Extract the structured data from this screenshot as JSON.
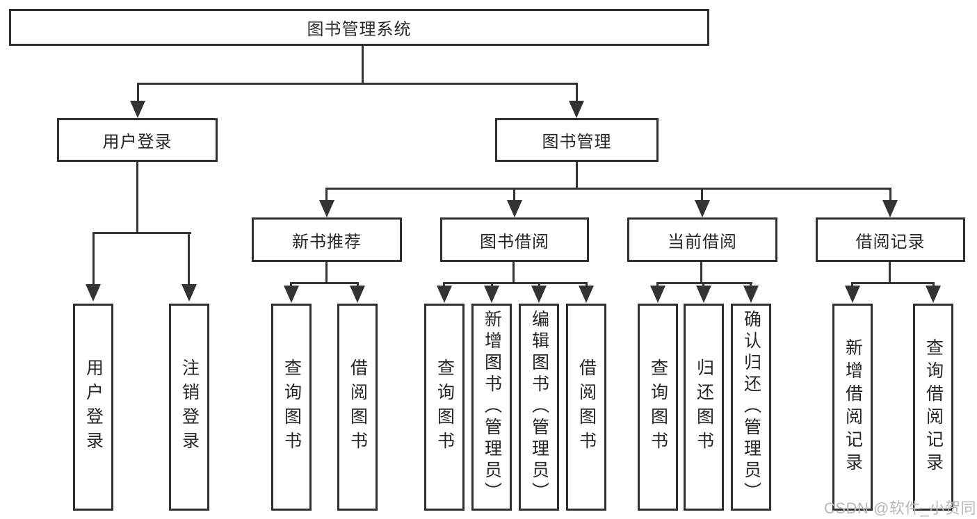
{
  "diagram": {
    "type": "tree",
    "colors": {
      "line": "#333333",
      "box_border": "#2f2f2f",
      "text": "#262626",
      "watermark": "#b5b9be",
      "background": "#ffffff"
    },
    "nodes": {
      "root": "图书管理系统",
      "user_login": "用户登录",
      "book_mgmt": "图书管理",
      "new_book": "新书推荐",
      "book_borrow": "图书借阅",
      "current_borrow": "当前借阅",
      "borrow_record": "借阅记录",
      "leaf_user_login": "用户登录",
      "leaf_logout": "注销登录",
      "leaf_nb_query": "查询图书",
      "leaf_nb_borrow": "借阅图书",
      "leaf_bb_query": "查询图书",
      "leaf_bb_add": "新增图书（管理员）",
      "leaf_bb_edit": "编辑图书（管理员）",
      "leaf_bb_borrow": "借阅图书",
      "leaf_cb_query": "查询图书",
      "leaf_cb_return": "归还图书",
      "leaf_cb_confirm": "确认归还（管理员）",
      "leaf_br_add": "新增借阅记录",
      "leaf_br_query": "查询借阅记录"
    },
    "hierarchy": {
      "图书管理系统": {
        "用户登录": [
          "用户登录",
          "注销登录"
        ],
        "图书管理": {
          "新书推荐": [
            "查询图书",
            "借阅图书"
          ],
          "图书借阅": [
            "查询图书",
            "新增图书（管理员）",
            "编辑图书（管理员）",
            "借阅图书"
          ],
          "当前借阅": [
            "查询图书",
            "归还图书",
            "确认归还（管理员）"
          ],
          "借阅记录": [
            "新增借阅记录",
            "查询借阅记录"
          ]
        }
      }
    }
  },
  "watermark": "CSDN @软件_小贺同学"
}
